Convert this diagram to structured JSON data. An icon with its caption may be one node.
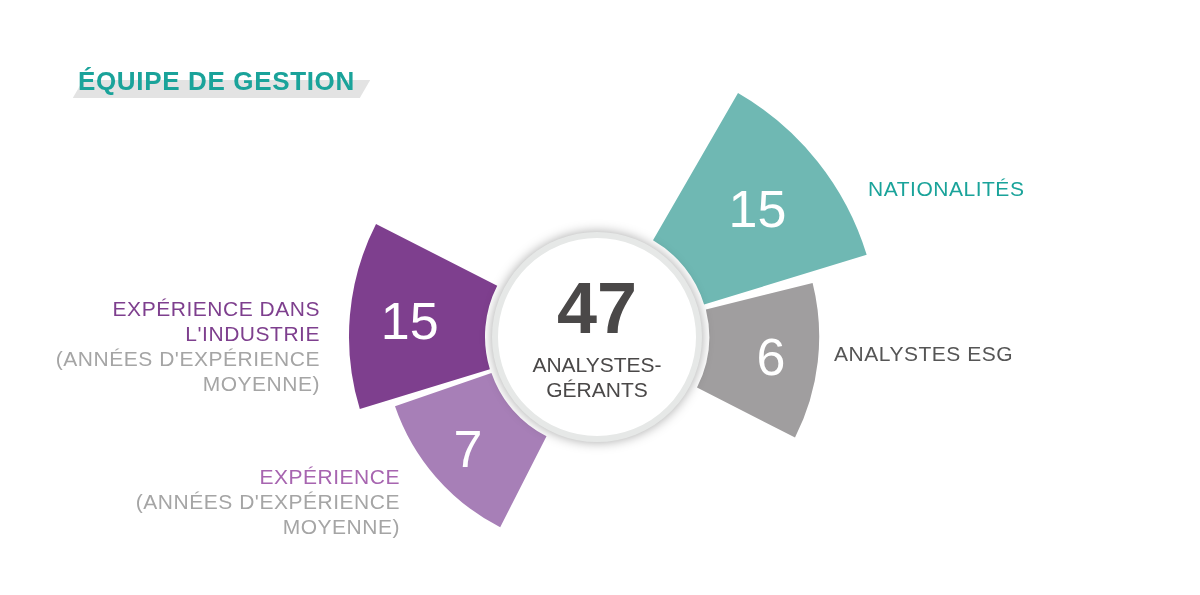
{
  "diagram": {
    "title": "ÉQUIPE DE GESTION",
    "nodes": [
      {
        "text": [
          "47",
          "ANALYSTES-GÉRANTS"
        ]
      },
      {
        "text": [
          "15"
        ],
        "beside": [
          "NATIONALITÉS"
        ]
      },
      {
        "text": [
          "6"
        ],
        "beside": [
          "ANALYSTES ESG"
        ]
      },
      {
        "text": [
          "15"
        ],
        "beside": [
          "EXPÉRIENCE DANS L'INDUSTRIE",
          "(ANNÉES D'EXPÉRIENCE MOYENNE)"
        ]
      },
      {
        "text": [
          "7"
        ],
        "beside": [
          "EXPÉRIENCE",
          "(ANNÉES D'EXPÉRIENCE MOYENNE)"
        ]
      }
    ]
  }
}
